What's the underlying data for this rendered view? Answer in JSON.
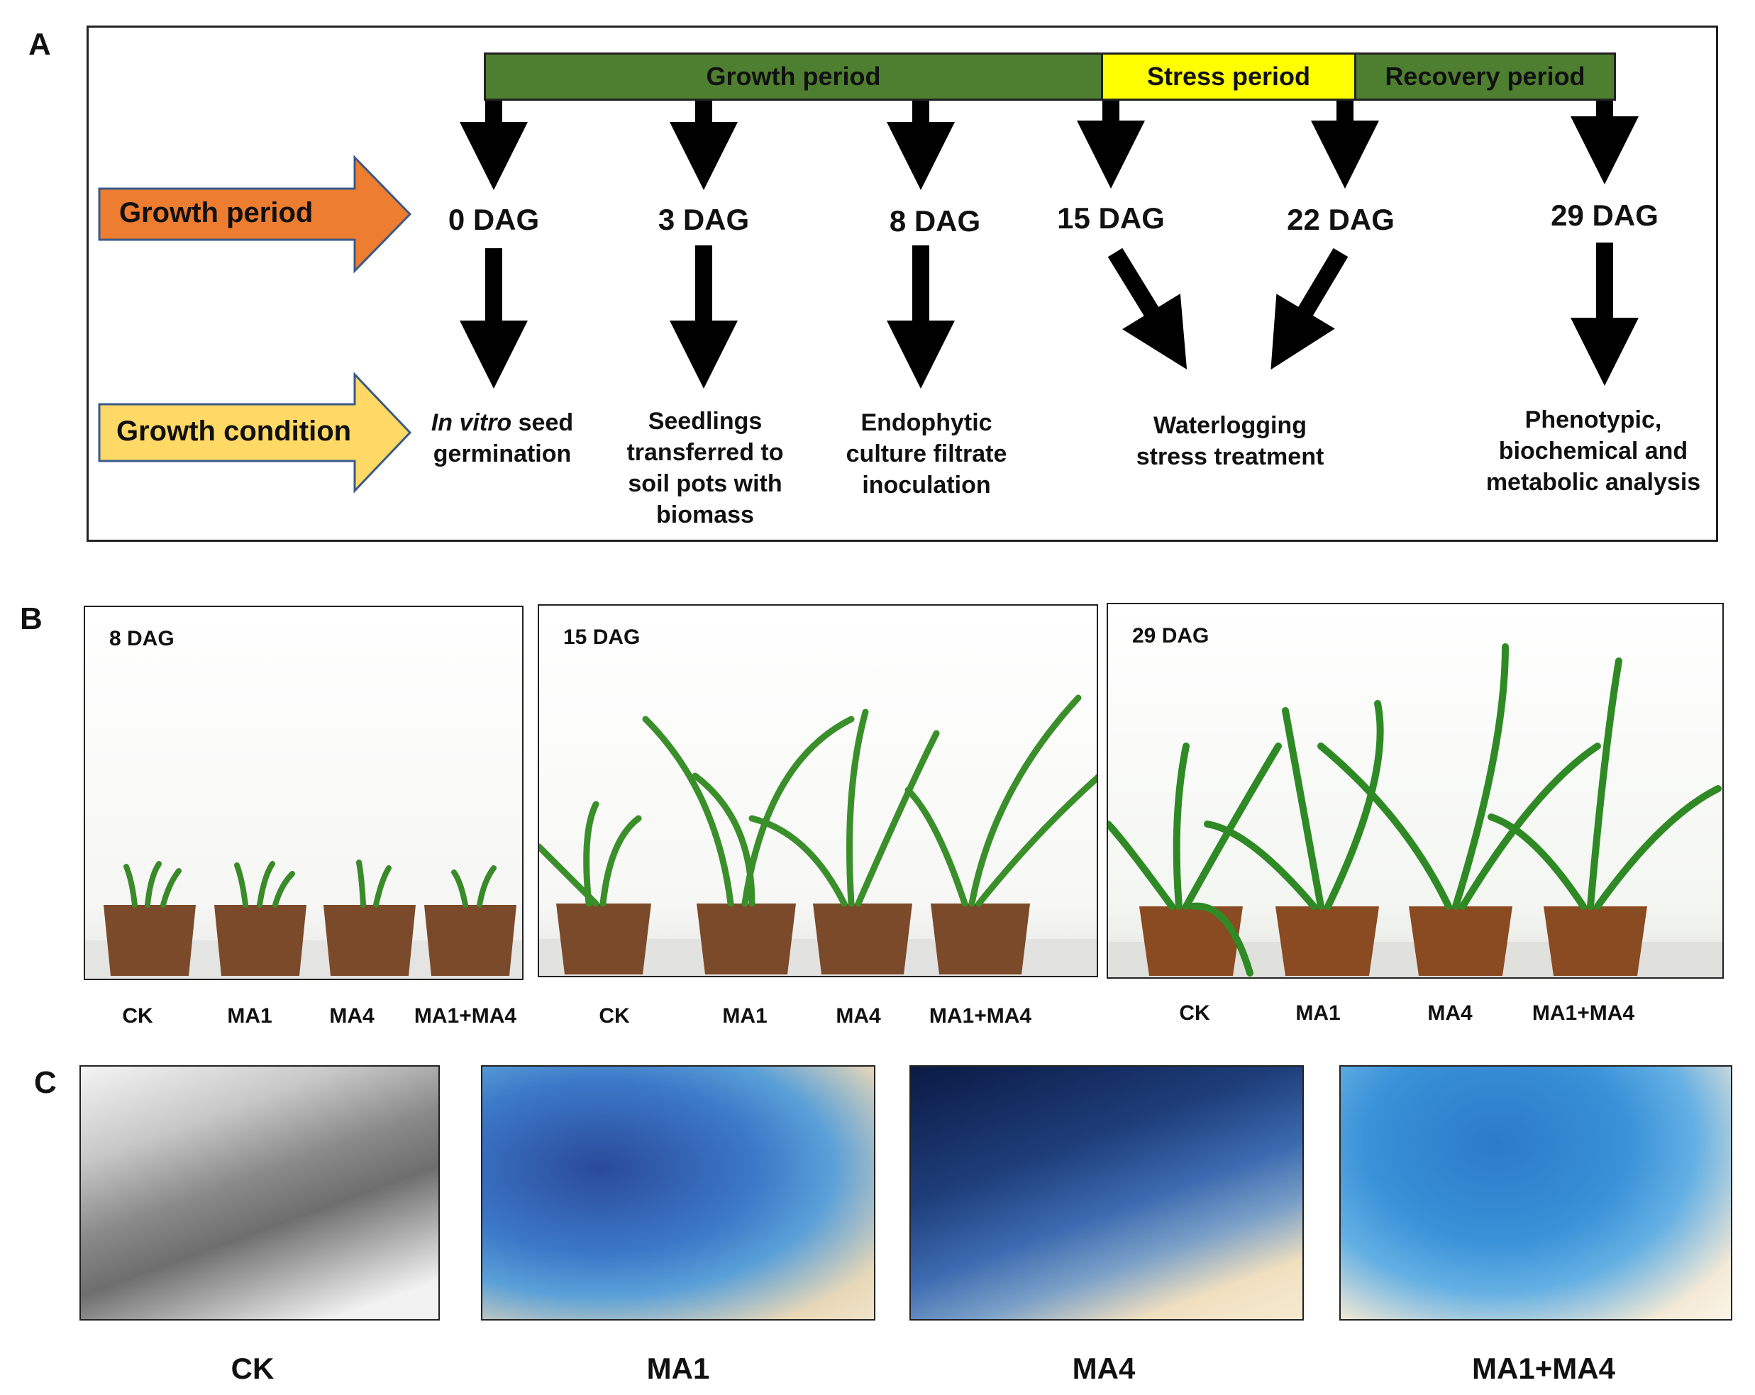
{
  "panel_a": {
    "letter": "A",
    "phases": [
      {
        "label": "Growth period",
        "color": "#4e7f30"
      },
      {
        "label": "Stress period",
        "color": "#ffff00"
      },
      {
        "label": "Recovery period",
        "color": "#4e7f30"
      }
    ],
    "side_arrows": [
      {
        "label": "Growth period",
        "color": "#ed7d31"
      },
      {
        "label": "Growth condition",
        "color": "#ffd966"
      }
    ],
    "days": [
      "0 DAG",
      "3 DAG",
      "8 DAG",
      "15 DAG",
      "22 DAG",
      "29 DAG"
    ],
    "conditions": {
      "c0_italic": "In vitro",
      "c0_rest": " seed",
      "c0_line2": "germination",
      "c1": [
        "Seedlings",
        "transferred to",
        "soil pots with",
        "biomass"
      ],
      "c2": [
        "Endophytic",
        "culture filtrate",
        "inoculation"
      ],
      "c3": [
        "Waterlogging",
        "stress treatment"
      ],
      "c4": [
        "Phenotypic,",
        "biochemical and",
        "metabolic analysis"
      ]
    }
  },
  "panel_b": {
    "letter": "B",
    "photos": [
      {
        "label": "8 DAG",
        "pots": [
          "CK",
          "MA1",
          "MA4",
          "MA1+MA4"
        ]
      },
      {
        "label": "15 DAG",
        "pots": [
          "CK",
          "MA1",
          "MA4",
          "MA1+MA4"
        ]
      },
      {
        "label": "29 DAG",
        "pots": [
          "CK",
          "MA1",
          "MA4",
          "MA1+MA4"
        ]
      }
    ]
  },
  "panel_c": {
    "letter": "C",
    "images": [
      "CK",
      "MA1",
      "MA4",
      "MA1+MA4"
    ]
  }
}
